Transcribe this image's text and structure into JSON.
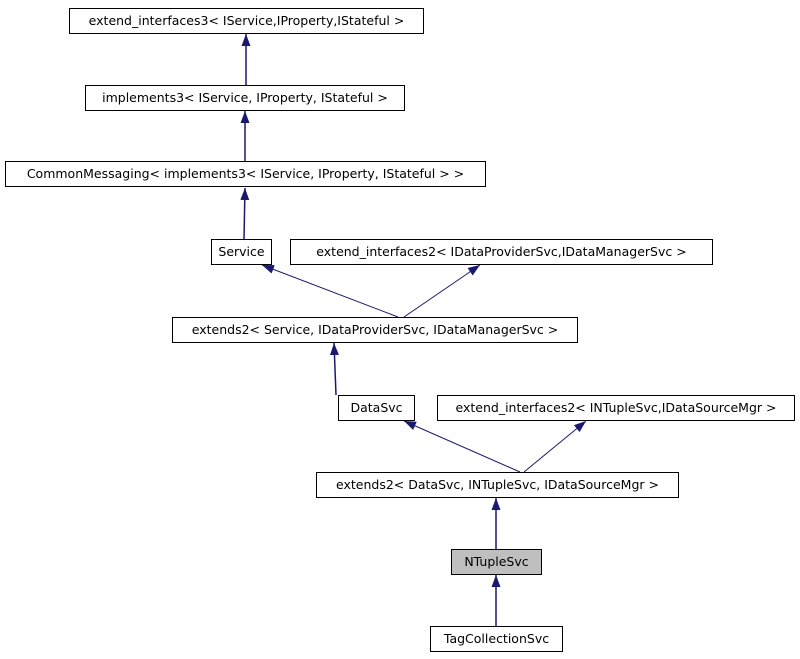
{
  "diagram": {
    "type": "class-inheritance-graph",
    "selected_node": "NTupleSvc",
    "nodes": [
      {
        "id": "extend_interfaces3",
        "label": "extend_interfaces3< IService,IProperty,IStateful >",
        "highlighted": false
      },
      {
        "id": "implements3",
        "label": "implements3< IService, IProperty, IStateful >",
        "highlighted": false
      },
      {
        "id": "CommonMessaging",
        "label": "CommonMessaging< implements3< IService, IProperty, IStateful > >",
        "highlighted": false
      },
      {
        "id": "Service",
        "label": "Service",
        "highlighted": false
      },
      {
        "id": "extend_interfaces2_provider",
        "label": "extend_interfaces2< IDataProviderSvc,IDataManagerSvc >",
        "highlighted": false
      },
      {
        "id": "extends2_service",
        "label": "extends2< Service, IDataProviderSvc, IDataManagerSvc >",
        "highlighted": false
      },
      {
        "id": "DataSvc",
        "label": "DataSvc",
        "highlighted": false
      },
      {
        "id": "extend_interfaces2_ntuple",
        "label": "extend_interfaces2< INTupleSvc,IDataSourceMgr >",
        "highlighted": false
      },
      {
        "id": "extends2_datasvc",
        "label": "extends2< DataSvc, INTupleSvc, IDataSourceMgr >",
        "highlighted": false
      },
      {
        "id": "NTupleSvc",
        "label": "NTupleSvc",
        "highlighted": true
      },
      {
        "id": "TagCollectionSvc",
        "label": "TagCollectionSvc",
        "highlighted": false
      }
    ],
    "edges": [
      {
        "from": "implements3",
        "to": "extend_interfaces3",
        "relation": "inherits"
      },
      {
        "from": "CommonMessaging",
        "to": "implements3",
        "relation": "inherits"
      },
      {
        "from": "Service",
        "to": "CommonMessaging",
        "relation": "inherits"
      },
      {
        "from": "extends2_service",
        "to": "Service",
        "relation": "inherits"
      },
      {
        "from": "extends2_service",
        "to": "extend_interfaces2_provider",
        "relation": "inherits"
      },
      {
        "from": "DataSvc",
        "to": "extends2_service",
        "relation": "inherits"
      },
      {
        "from": "extends2_datasvc",
        "to": "DataSvc",
        "relation": "inherits"
      },
      {
        "from": "extends2_datasvc",
        "to": "extend_interfaces2_ntuple",
        "relation": "inherits"
      },
      {
        "from": "NTupleSvc",
        "to": "extends2_datasvc",
        "relation": "inherits"
      },
      {
        "from": "TagCollectionSvc",
        "to": "NTupleSvc",
        "relation": "inherits"
      }
    ]
  },
  "colors": {
    "arrow": "#191970",
    "node_border": "#000000",
    "node_fill": "#ffffff",
    "selected_node_fill": "#bfbfbf",
    "background": "#ffffff",
    "text": "#000000"
  }
}
